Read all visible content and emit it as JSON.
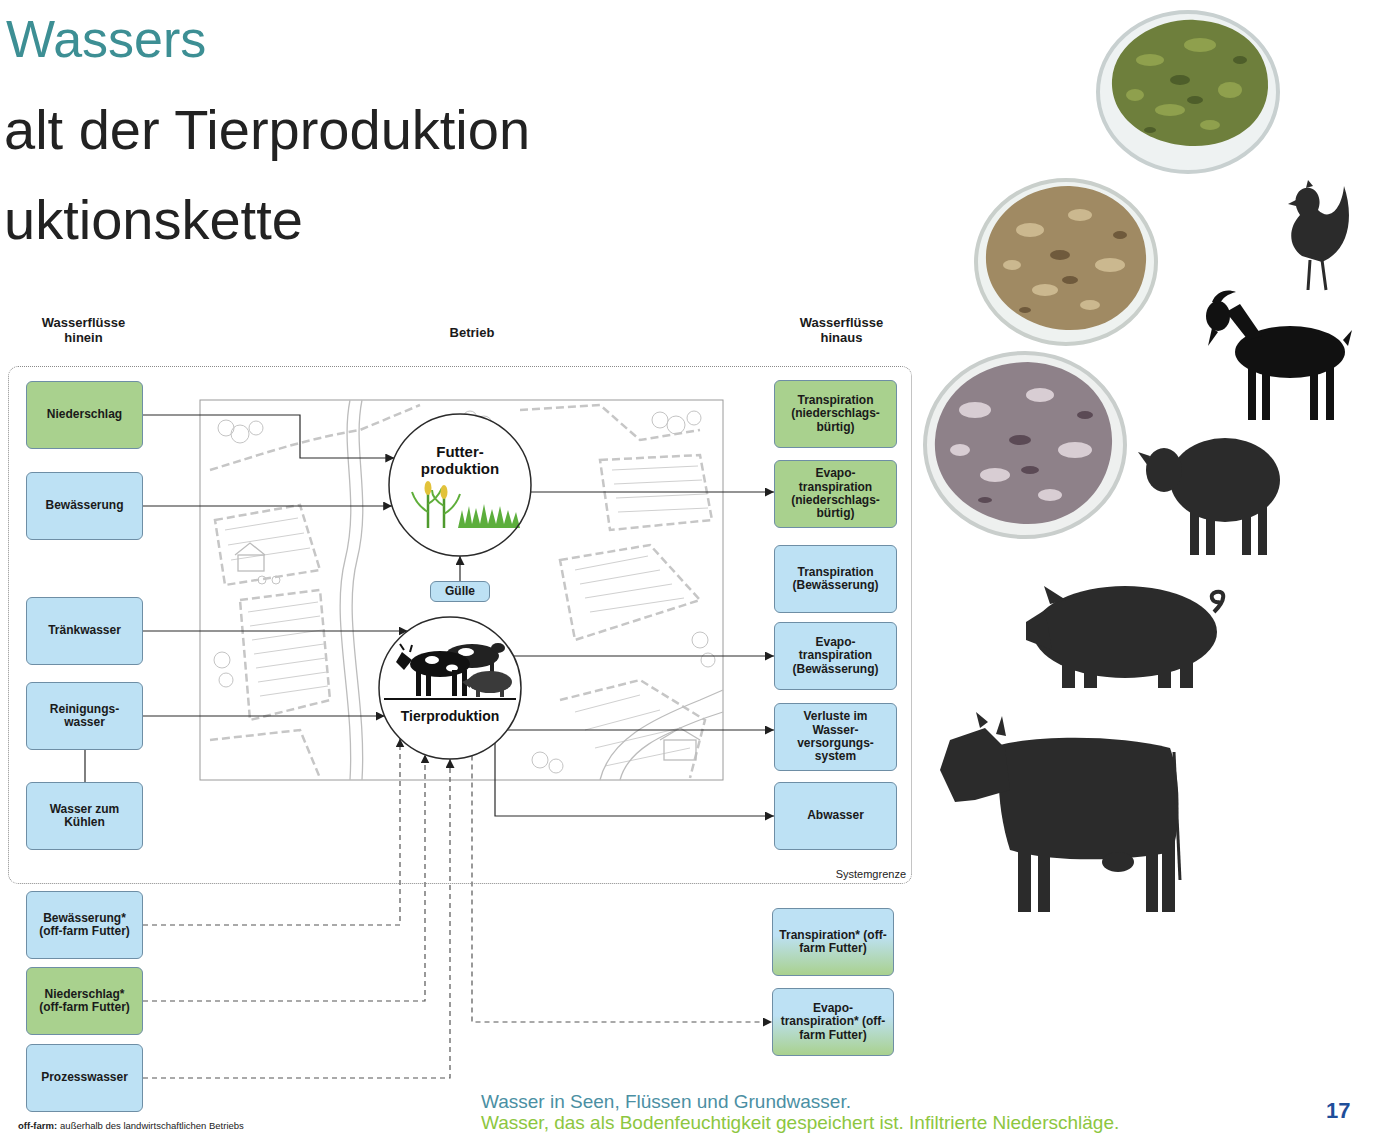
{
  "diagram": {
    "title": "Wassers",
    "nodes": [
      {
        "text": [
          "Systemgrenze"
        ]
      },
      {
        "text": [
          "Niederschlag"
        ],
        "in": 0
      },
      {
        "text": [
          "Bewässerung"
        ],
        "in": 0
      },
      {
        "text": [
          "Tränkwasser"
        ],
        "in": 0
      },
      {
        "text": [
          "Reinigungs- wasser"
        ],
        "in": 0
      },
      {
        "text": [
          "Wasser zum Kühlen"
        ],
        "in": 0
      },
      {
        "text": [
          "Futter- produktion"
        ],
        "in": 0
      },
      {
        "text": [
          "Gülle"
        ],
        "in": 0
      },
      {
        "text": [
          "Tierproduktion"
        ],
        "in": 0
      },
      {
        "text": [
          "Transpiration (niederschlags- bürtig)"
        ],
        "in": 0
      },
      {
        "text": [
          "Evapo- transpiration (niederschlags- bürtig)"
        ],
        "in": 0
      },
      {
        "text": [
          "Transpiration (Bewässerung)"
        ],
        "in": 0
      },
      {
        "text": [
          "Evapo- transpiration (Bewässerung)"
        ],
        "in": 0
      },
      {
        "text": [
          "Verluste im Wasser- versorgungs- system"
        ],
        "in": 0
      },
      {
        "text": [
          "Abwasser"
        ],
        "in": 0
      },
      {
        "text": [
          "Bewässerung* (off-farm Futter)"
        ]
      },
      {
        "text": [
          "Niederschlag* (off-farm Futter)"
        ]
      },
      {
        "text": [
          "Prozesswasser"
        ]
      },
      {
        "text": [
          "Transpiration* (off-farm Futter)"
        ]
      },
      {
        "text": [
          "Evapo- transpiration* (off-farm Futter)"
        ]
      }
    ],
    "edges": [
      {
        "from": 1,
        "to": 6,
        "arrow": "to"
      },
      {
        "from": 2,
        "to": 6,
        "arrow": "to"
      },
      {
        "from": 7,
        "to": 6,
        "arrow": "to"
      },
      {
        "from": 6,
        "to": 10,
        "arrow": "to"
      },
      {
        "from": 3,
        "to": 8,
        "arrow": "to"
      },
      {
        "from": 4,
        "to": 8,
        "arrow": "to"
      },
      {
        "from": 5,
        "to": 4,
        "arrow": "none"
      },
      {
        "from": 8,
        "to": 12,
        "arrow": "to"
      },
      {
        "from": 8,
        "to": 13,
        "arrow": "to"
      },
      {
        "from": 8,
        "to": 14,
        "arrow": "to"
      },
      {
        "from": 15,
        "to": 8,
        "arrow": "to"
      },
      {
        "from": 16,
        "to": 8,
        "arrow": "to"
      },
      {
        "from": 17,
        "to": 8,
        "arrow": "to"
      },
      {
        "from": 8,
        "to": 19,
        "arrow": "to"
      }
    ],
    "labels": [
      "alt der Tierproduktion",
      "uktionskette",
      "Wasserflüsse hinein",
      "Betrieb",
      "Wasserflüsse hinaus",
      "off-farm:",
      "außerhalb des landwirtschaftlichen Betriebs",
      "Wasser in Seen, Flüssen und Grundwasser.",
      "Wasser, das als Bodenfeuchtigkeit gespeichert ist. Infiltrierte Niederschläge.",
      "17"
    ]
  }
}
